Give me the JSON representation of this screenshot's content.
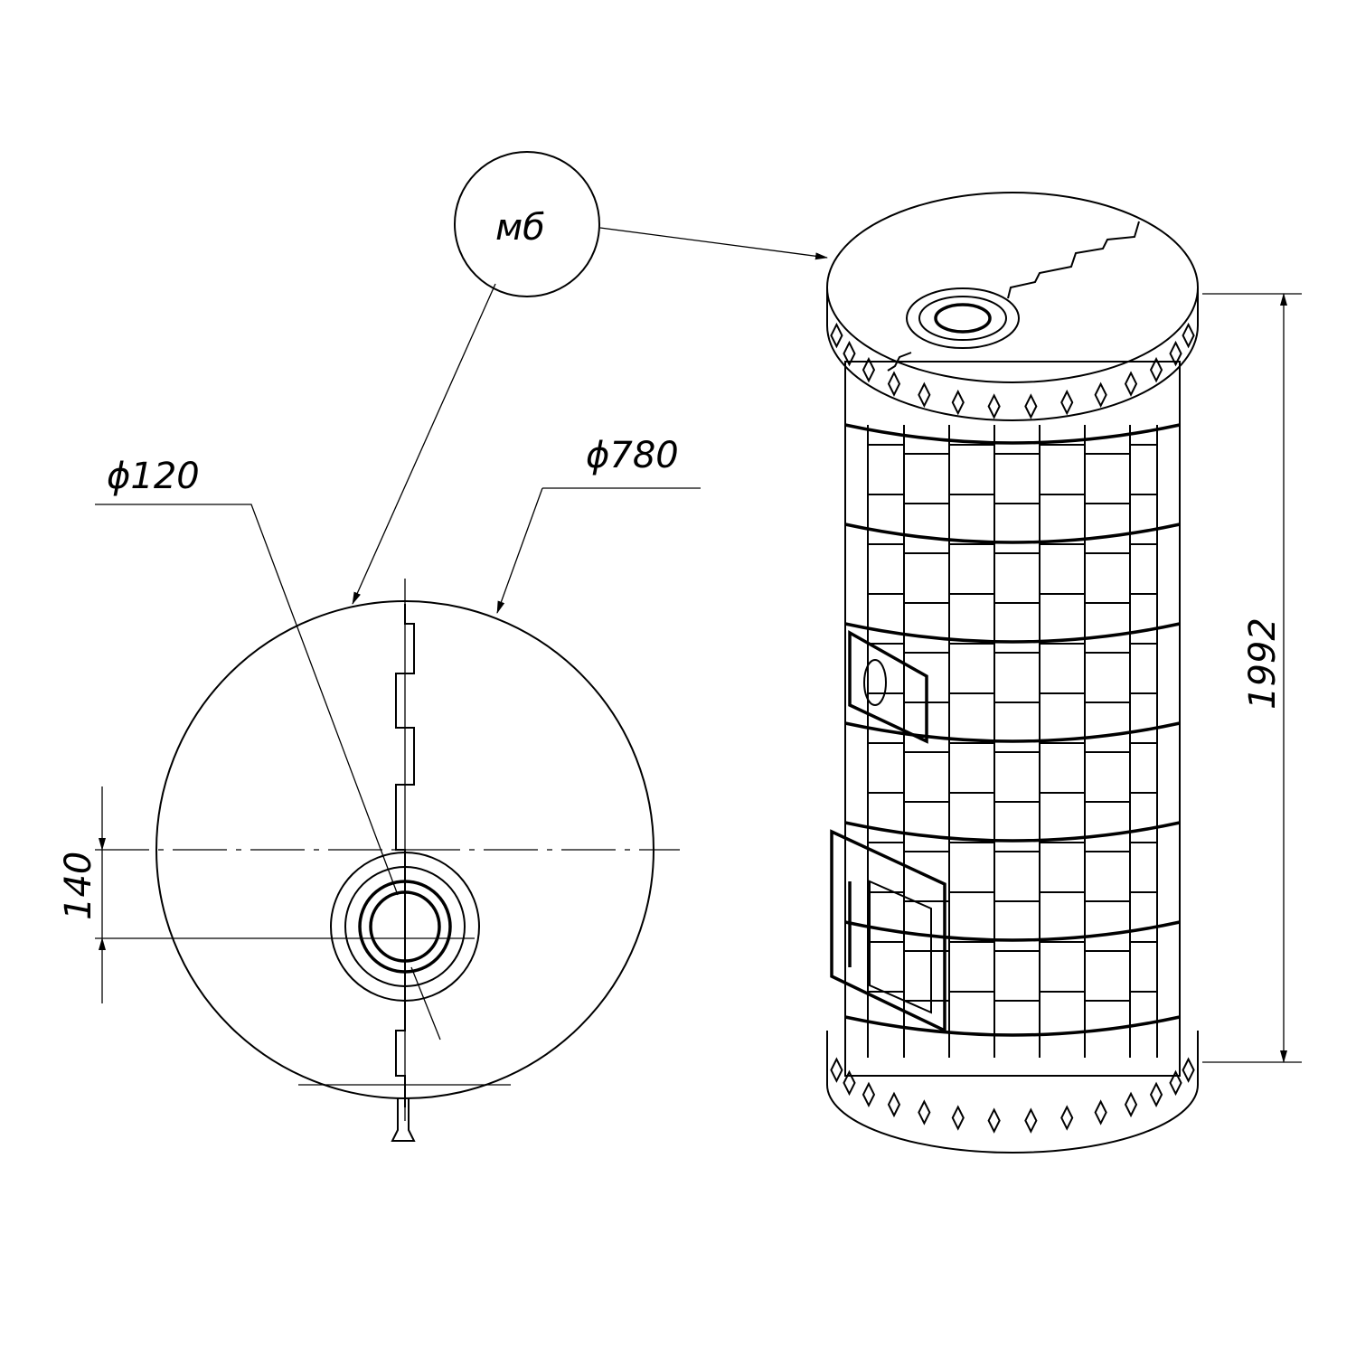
{
  "callout": {
    "label": "мб"
  },
  "dimensions": {
    "flue_diameter": "ϕ120",
    "body_diameter": "ϕ780",
    "flue_offset": "140",
    "height": "1992"
  },
  "colors": {
    "line": "#000000",
    "background": "#ffffff"
  }
}
